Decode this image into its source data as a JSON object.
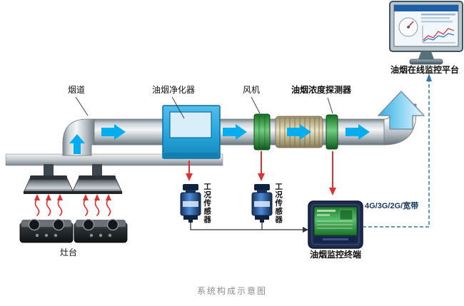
{
  "diagram": {
    "caption": "系统构成示意图",
    "labels": {
      "flue": "烟道",
      "purifier": "油烟净化器",
      "fan": "风机",
      "concentration_detector": "油烟浓度探测器",
      "online_platform": "油烟在线监控平台",
      "condition_sensor_1": "工况传感器",
      "condition_sensor_2": "工况传感器",
      "monitoring_terminal": "油烟监控终端",
      "stove": "灶台",
      "network": "4G/3G/2G/宽带"
    }
  },
  "colors": {
    "flow_arrow": "#00AEEF",
    "alert_red": "#E03131",
    "equipment_green": "#2F9E46",
    "purifier_blue": "#29A8DF",
    "network_blue": "#2E75B6",
    "caption_gray": "#8C8C8C"
  },
  "icons": {
    "flow_arrow": "➡",
    "exhaust_arrow": "⬆",
    "signal_arrow": "⬇",
    "heat_wave": "〜"
  }
}
